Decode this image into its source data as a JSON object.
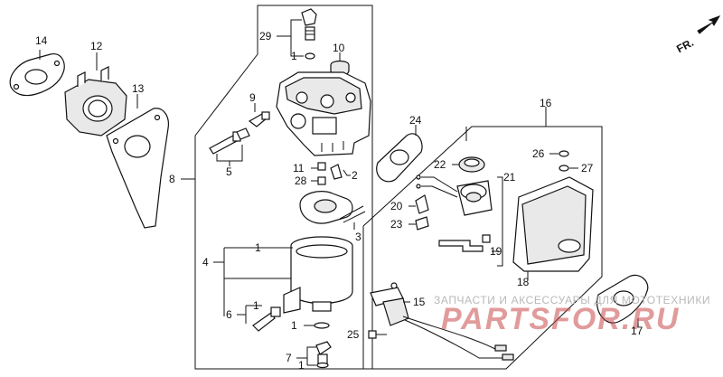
{
  "direction_label": "FR.",
  "labels": [
    "14",
    "12",
    "13",
    "8",
    "29",
    "1",
    "10",
    "9",
    "5",
    "11",
    "28",
    "2",
    "3",
    "1",
    "4",
    "1",
    "6",
    "1",
    "25",
    "7",
    "1",
    "15",
    "24",
    "16",
    "22",
    "21",
    "26",
    "27",
    "20",
    "23",
    "19",
    "18",
    "17",
    "24"
  ],
  "watermark": {
    "line1": "ЗАПЧАСТИ И АКСЕССУАРЫ ДЛЯ МОТОТЕХНИКИ",
    "line2": "PARTSFOR.RU"
  },
  "colors": {
    "ink": "#111111",
    "watermark_red": "#c94a4a",
    "watermark_gray": "#b9b9b9"
  }
}
